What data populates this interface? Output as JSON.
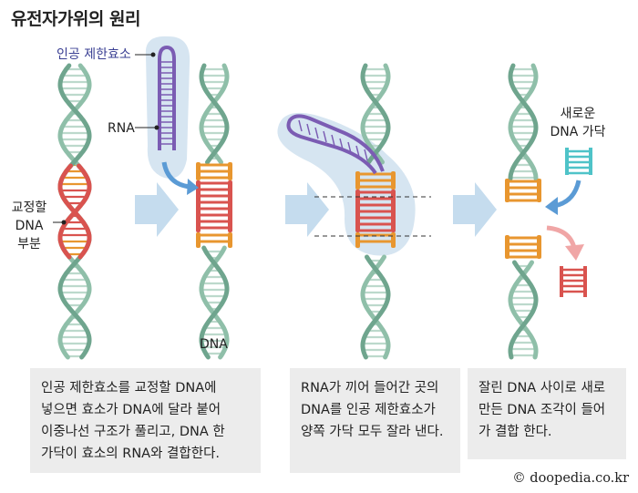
{
  "title": "유전자가위의 원리",
  "labels": {
    "enzyme": "인공 제한효소",
    "rna": "RNA",
    "target_line1": "교정할",
    "target_line2": "DNA",
    "target_line3": "부분",
    "dna": "DNA",
    "new_strand_line1": "새로운",
    "new_strand_line2": "DNA 가닥"
  },
  "captions": [
    {
      "lines": [
        "인공 제한효소를 교정할 DNA에",
        "넣으면 효소가 DNA에 달라 붙어",
        "이중나선 구조가 풀리고, DNA 한",
        "가닥이 효소의 RNA와 결합한다."
      ]
    },
    {
      "lines": [
        "RNA가 끼어 들어간 곳의",
        "DNA를 인공 제한효소가",
        "양쪽 가닥 모두 잘라 낸다."
      ]
    },
    {
      "lines": [
        "잘린 DNA 사이로 새로",
        "만든 DNA 조각이 들어",
        "가 결합 한다."
      ]
    }
  ],
  "copyright": "© doopedia.co.kr",
  "colors": {
    "helix": "#8fbfa9",
    "helix_dark": "#6fa58e",
    "target": "#d9534f",
    "orange": "#e8962f",
    "rna": "#7b5cb3",
    "enzyme_blob": "#cfe0ef",
    "arrow_big": "#c5dcee",
    "arrow_blue": "#5b9bd5",
    "new_strand": "#4fc3c8",
    "caption_bg": "#ececec"
  }
}
